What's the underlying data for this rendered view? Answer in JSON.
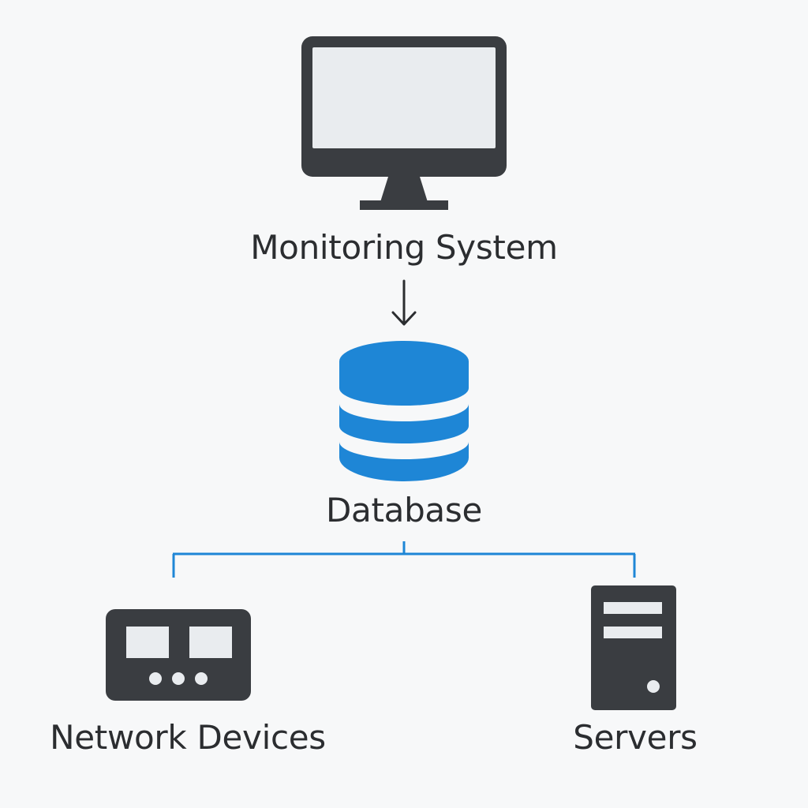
{
  "nodes": {
    "monitoring_system": {
      "label": "Monitoring System",
      "icon": "monitor-icon"
    },
    "database": {
      "label": "Database",
      "icon": "database-icon"
    },
    "network_devices": {
      "label": "Network Devices",
      "icon": "network-device-icon"
    },
    "servers": {
      "label": "Servers",
      "icon": "server-tower-icon"
    }
  },
  "edges": [
    {
      "from": "monitoring_system",
      "to": "database",
      "style": "arrow"
    },
    {
      "from": "database",
      "to": "network_devices",
      "style": "tree-connector"
    },
    {
      "from": "database",
      "to": "servers",
      "style": "tree-connector"
    }
  ],
  "colors": {
    "background": "#f7f8f9",
    "icon_dark": "#3a3d41",
    "screen_fill": "#e9ecef",
    "database_blue": "#1e86d6",
    "connector_blue": "#1e86d6",
    "text": "#2b2d30"
  }
}
